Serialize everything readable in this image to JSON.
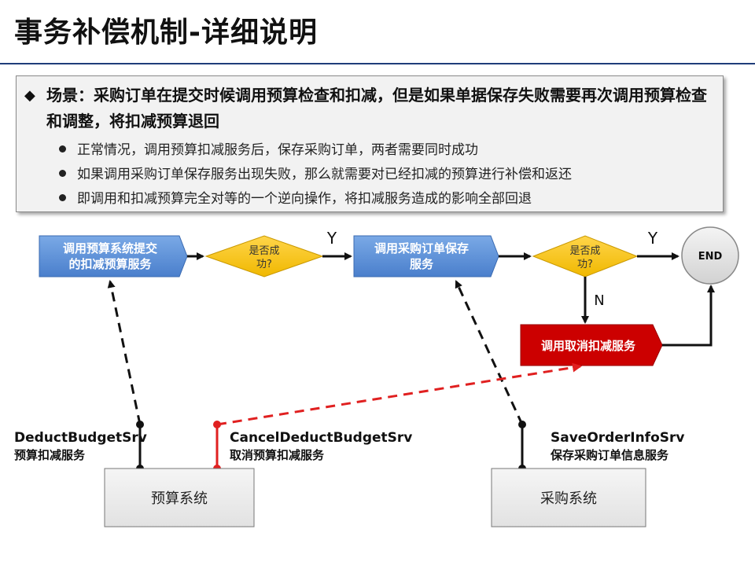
{
  "title": "事务补偿机制-详细说明",
  "scenario": {
    "heading": "场景：采购订单在提交时候调用预算检查和扣减，但是如果单据保存失败需要再次调用预算检查和调整，将扣减预算退回",
    "points": [
      "正常情况，调用预算扣减服务后，保存采购订单，两者需要同时成功",
      "如果调用采购订单保存服务出现失败，那么就需要对已经扣减的预算进行补偿和返还",
      "即调用和扣减预算完全对等的一个逆向操作，将扣减服务造成的影响全部回退"
    ]
  },
  "flow": {
    "step1": [
      "调用预算系统提交",
      "的扣减预算服务"
    ],
    "decision1": [
      "是否成",
      "功?"
    ],
    "yes1": "Y",
    "step2": [
      "调用采购订单保存",
      "服务"
    ],
    "decision2": [
      "是否成",
      "功?"
    ],
    "yes2": "Y",
    "no2": "N",
    "end": "END",
    "cancel": "调用取消扣减服务"
  },
  "services": {
    "deduct_name": "DeductBudgetSrv",
    "deduct_desc": "预算扣减服务",
    "cancel_name": "CancelDeductBudgetSrv",
    "cancel_desc": "取消预算扣减服务",
    "save_name": "SaveOrderInfoSrv",
    "save_desc": "保存采购订单信息服务"
  },
  "systems": {
    "budget": "预算系统",
    "purchase": "采购系统"
  },
  "colors": {
    "blue_box": "#5b8fd6",
    "yellow_diamond": "#f5c518",
    "red_box": "#cc0000",
    "end_circle": "#e6e6e6",
    "red_dashed": "#e02020"
  }
}
